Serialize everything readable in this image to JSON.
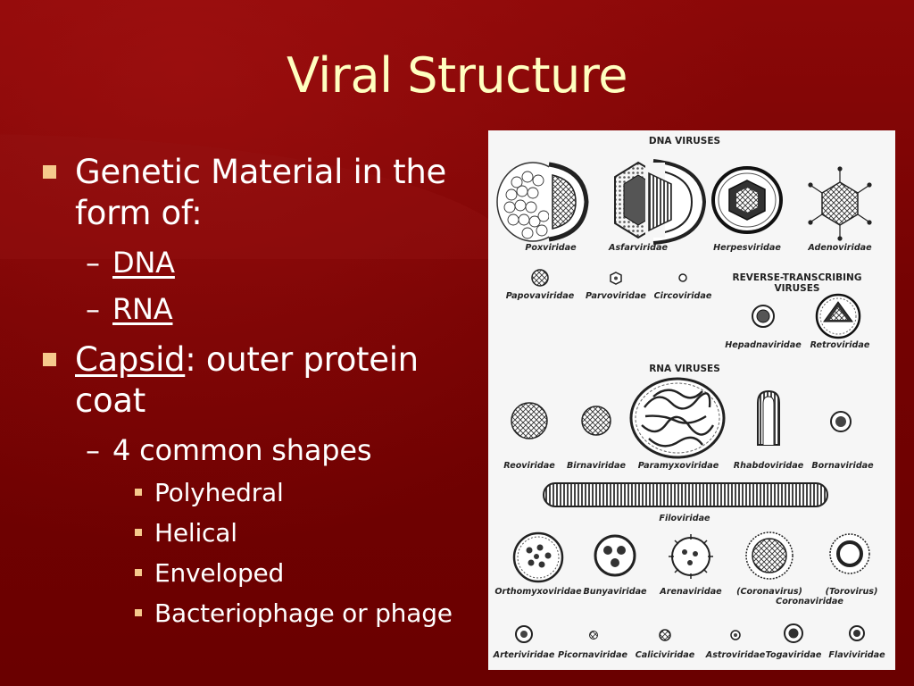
{
  "slide": {
    "title": "Viral Structure"
  },
  "bullets": {
    "genetic_material": "Genetic Material in the form of:",
    "dna": "DNA",
    "rna": "RNA",
    "capsid_term": "Capsid",
    "capsid_rest": ": outer protein coat",
    "shapes_intro": "4 common shapes",
    "shapes": [
      "Polyhedral",
      "Helical",
      "Enveloped",
      "Bacteriophage or phage"
    ],
    "dash": "–"
  },
  "figure": {
    "headers": {
      "dna": "DNA VIRUSES",
      "rt_line1": "REVERSE-TRANSCRIBING",
      "rt_line2": "VIRUSES",
      "rna": "RNA VIRUSES"
    },
    "labels": {
      "poxviridae": "Poxviridae",
      "asfarviridae": "Asfarviridae",
      "herpesviridae": "Herpesviridae",
      "adenoviridae": "Adenoviridae",
      "papovaviridae": "Papovaviridae",
      "parvoviridae": "Parvoviridae",
      "circoviridae": "Circoviridae",
      "hepadnaviridae": "Hepadnaviridae",
      "retroviridae": "Retroviridae",
      "reoviridae": "Reoviridae",
      "birnaviridae": "Birnaviridae",
      "paramyxoviridae": "Paramyxoviridae",
      "rhabdoviridae": "Rhabdoviridae",
      "bornaviridae": "Bornaviridae",
      "filoviridae": "Filoviridae",
      "orthomyxoviridae": "Orthomyxoviridae",
      "bunyaviridae": "Bunyaviridae",
      "arenaviridae": "Arenaviridae",
      "coronavirus": "(Coronavirus)",
      "torovirus": "(Torovirus)",
      "coronaviridae": "Coronaviridae",
      "arteriviridae": "Arteriviridae",
      "picornaviridae": "Picornaviridae",
      "caliciviridae": "Caliciviridae",
      "astroviridae": "Astroviridae",
      "togaviridae": "Togaviridae",
      "flaviviridae": "Flaviviridae"
    }
  },
  "colors": {
    "background": "#7a0000",
    "title": "#ffffc0",
    "bullet": "#f6c98c",
    "text": "#ffffff"
  }
}
